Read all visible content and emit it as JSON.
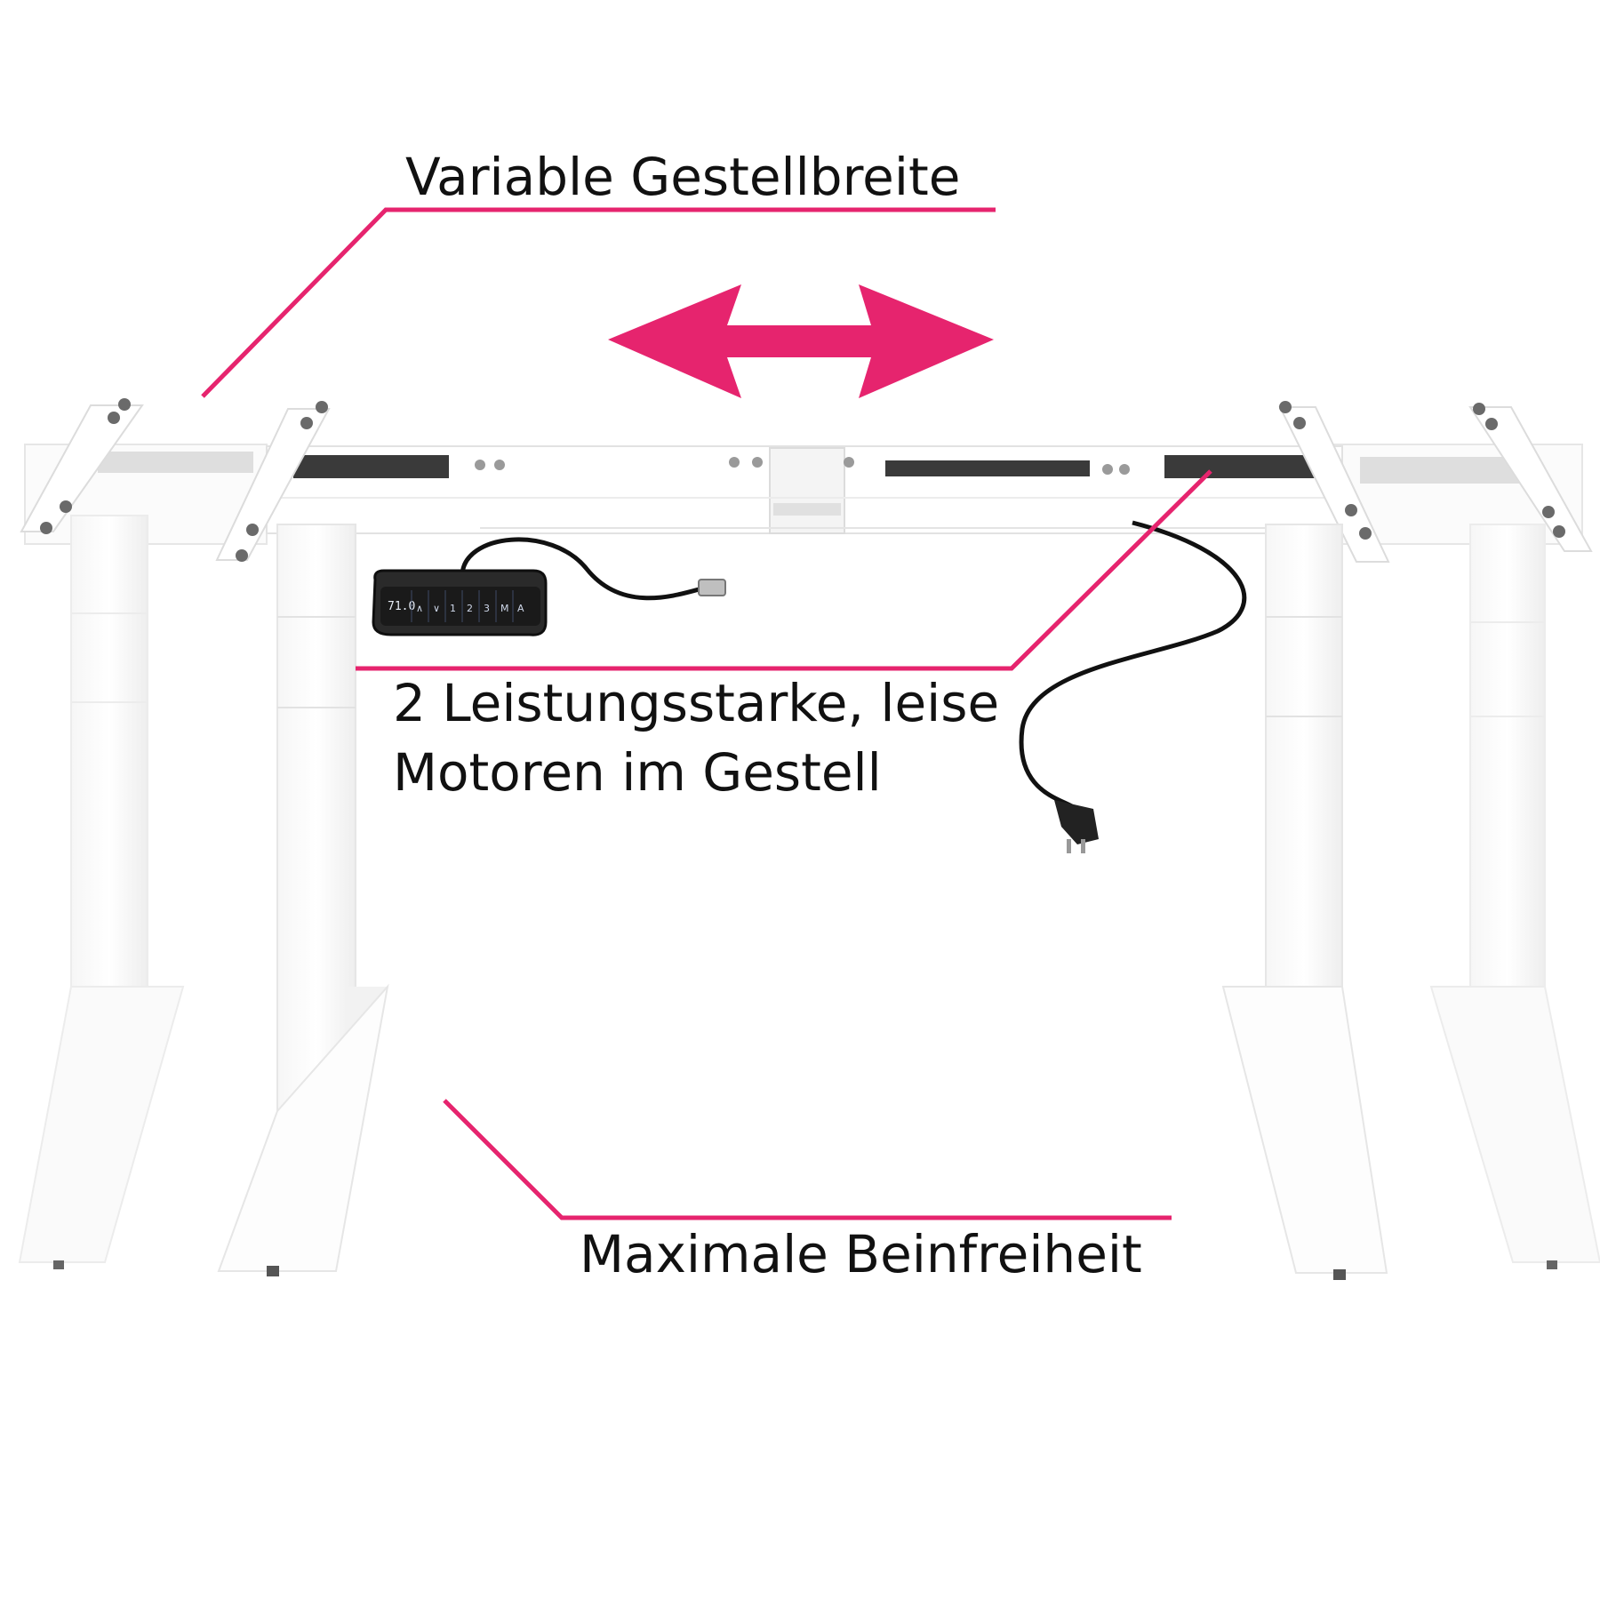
{
  "annotations": {
    "width": {
      "text": "Variable Gestellbreite"
    },
    "motors": {
      "line1": "2 Leistungsstarke, leise",
      "line2": "Motoren im Gestell"
    },
    "legroom": {
      "text": "Maximale Beinfreiheit"
    }
  },
  "control_panel": {
    "display": "71.0",
    "keys": [
      "∧",
      "∨",
      "1",
      "2",
      "3",
      "M",
      "A"
    ]
  },
  "colors": {
    "accent": "#e6246e",
    "frame": "#ffffff",
    "frame_shadow": "#e9e9e9",
    "recess": "#3a3a3a",
    "cable": "#111111",
    "text": "#111111"
  },
  "icons": {
    "width_arrow": "double-arrow-horizontal-icon",
    "plug": "power-plug-icon",
    "connector": "rj45-connector-icon"
  }
}
